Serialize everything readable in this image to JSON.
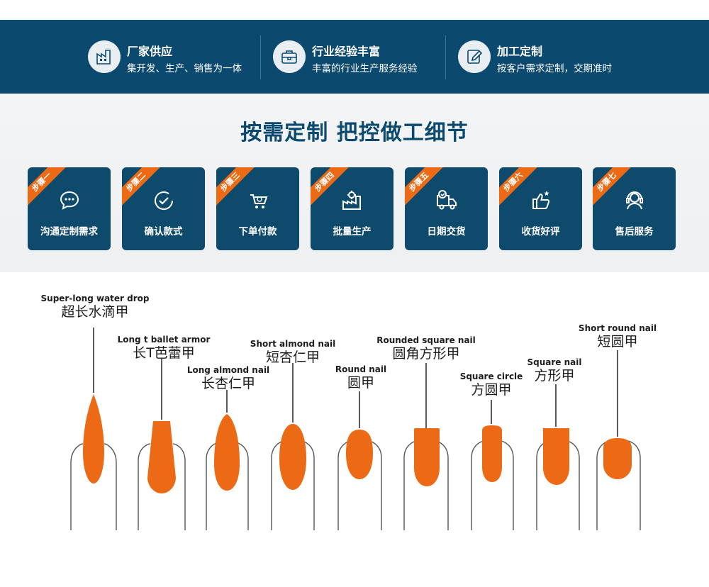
{
  "banner": {
    "features": [
      {
        "icon": "factory-icon",
        "title": "厂家供应",
        "subtitle": "集开发、生产、销售为一体"
      },
      {
        "icon": "briefcase-icon",
        "title": "行业经验丰富",
        "subtitle": "丰富的行业生产服务经验"
      },
      {
        "icon": "edit-icon",
        "title": "加工定制",
        "subtitle": "按客户需求定制，交期准时"
      }
    ]
  },
  "steps_section": {
    "title": "按需定制 把控做工细节",
    "steps": [
      {
        "badge": "步骤一",
        "label": "沟通定制需求",
        "icon": "chat-icon"
      },
      {
        "badge": "步骤二",
        "label": "确认款式",
        "icon": "check-circle-icon"
      },
      {
        "badge": "步骤三",
        "label": "下单付款",
        "icon": "cart-icon"
      },
      {
        "badge": "步骤四",
        "label": "批量生产",
        "icon": "factory-gear-icon"
      },
      {
        "badge": "步骤五",
        "label": "日期交货",
        "icon": "delivery-truck-icon"
      },
      {
        "badge": "步骤六",
        "label": "收货好评",
        "icon": "thumbs-up-icon"
      },
      {
        "badge": "步骤七",
        "label": "售后服务",
        "icon": "headset-icon"
      }
    ]
  },
  "nail_shapes": [
    {
      "en": "Super-long water drop",
      "zh": "超长水滴甲",
      "shape": "stiletto"
    },
    {
      "en": "Long t ballet armor",
      "zh": "长T芭蕾甲",
      "shape": "coffin"
    },
    {
      "en": "Long almond nail",
      "zh": "长杏仁甲",
      "shape": "long-almond"
    },
    {
      "en": "Short almond nail",
      "zh": "短杏仁甲",
      "shape": "short-almond"
    },
    {
      "en": "Round nail",
      "zh": "圆甲",
      "shape": "round"
    },
    {
      "en": "Rounded square nail",
      "zh": "圆角方形甲",
      "shape": "rounded-square"
    },
    {
      "en": "Square circle",
      "zh": "方圆甲",
      "shape": "squoval"
    },
    {
      "en": "Square nail",
      "zh": "方形甲",
      "shape": "square"
    },
    {
      "en": "Short round nail",
      "zh": "短圆甲",
      "shape": "short-round"
    }
  ],
  "colors": {
    "banner": "#0b4a6e",
    "step_card": "#0e4a6c",
    "accent": "#ec6a15",
    "nail": "#ec6a15"
  }
}
